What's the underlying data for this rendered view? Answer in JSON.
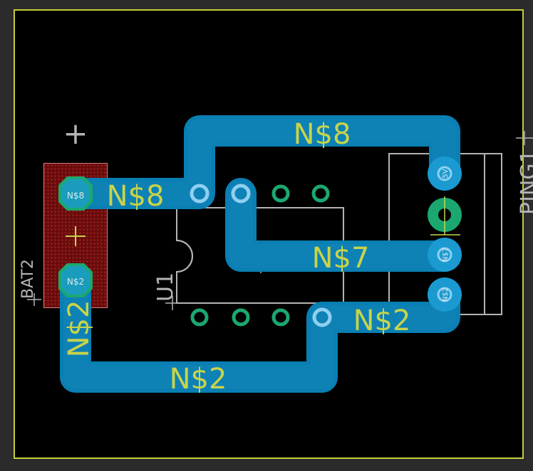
{
  "colors": {
    "background": "#000000",
    "frame": "#2b2b2b",
    "outline": "#c8cc3c",
    "trace": "#0a7fb3",
    "net_label": "#c8d44a",
    "silkscreen": "#b4b4b4",
    "pad_green": "#1ba870",
    "battery_fill": "#7a1010",
    "battery_outline": "#d08080"
  },
  "net_labels": {
    "top_n8": "N$8",
    "left_n8": "N$8",
    "n7": "N$7",
    "right_n2": "N$2",
    "bottom_n2": "N$2",
    "vertical_n2": "N$2"
  },
  "components": {
    "battery_name": "BAT2",
    "ic_name": "U1",
    "connector_name": "PING1"
  },
  "pad_labels": {
    "bat_pad_1_net": "N$8",
    "bat_pad_2_net": "N$2",
    "conn_pin_5": "5V",
    "conn_pin_2_net": "N$7",
    "conn_pin_1_net": "N$2"
  },
  "origin_marker": "+",
  "icons": {
    "origin": "crosshair-plus-icon",
    "battery_center": "crosshair-plus-icon"
  }
}
